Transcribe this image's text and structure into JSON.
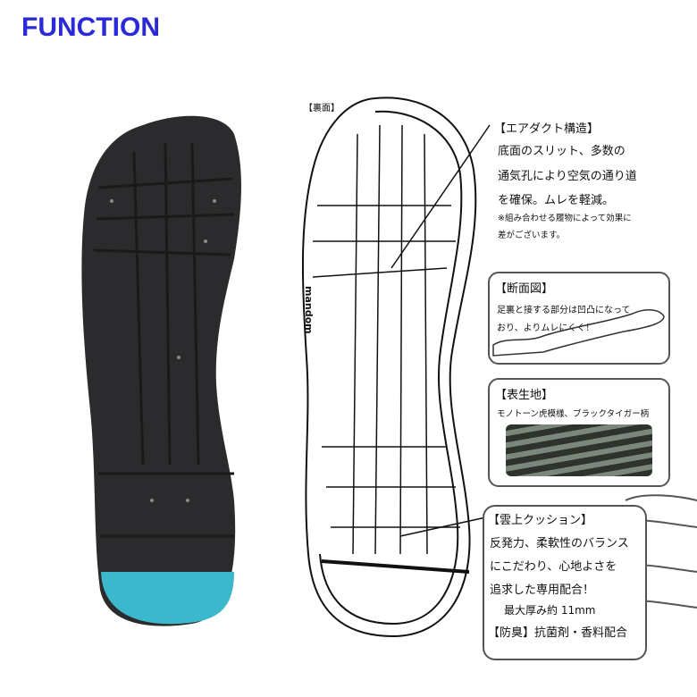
{
  "header": {
    "title": "FUNCTION"
  },
  "diagram": {
    "back_label": "【裏面】",
    "brand_mark": "mandom",
    "air_duct": {
      "heading": "【エアダクト構造】",
      "lines": [
        "底面のスリット、多数の",
        "通気孔により空気の通り道",
        "を確保。ムレを軽減。"
      ],
      "note_lines": [
        "※組み合わせる履物によって効果に",
        "差がございます。"
      ]
    },
    "cross_section": {
      "heading": "【断面図】",
      "lines": [
        "足裏と接する部分は凹凸になって",
        "おり、よりムレにくく！"
      ]
    },
    "surface_fabric": {
      "heading": "【表生地】",
      "description": "モノトーン虎模様、ブラックタイガー柄"
    },
    "cushion": {
      "heading": "【雲上クッション】",
      "lines": [
        "反発力、柔軟性のバランス",
        "にこだわり、心地よさを",
        "追求した専用配合！"
      ],
      "thickness": "最大厚み約 11mm",
      "deodorant": "【防臭】抗菌剤・香料配合"
    }
  },
  "colors": {
    "title": "#2a2ad8",
    "sole": "#2b2b2d",
    "heel": "#3cb8cc"
  }
}
